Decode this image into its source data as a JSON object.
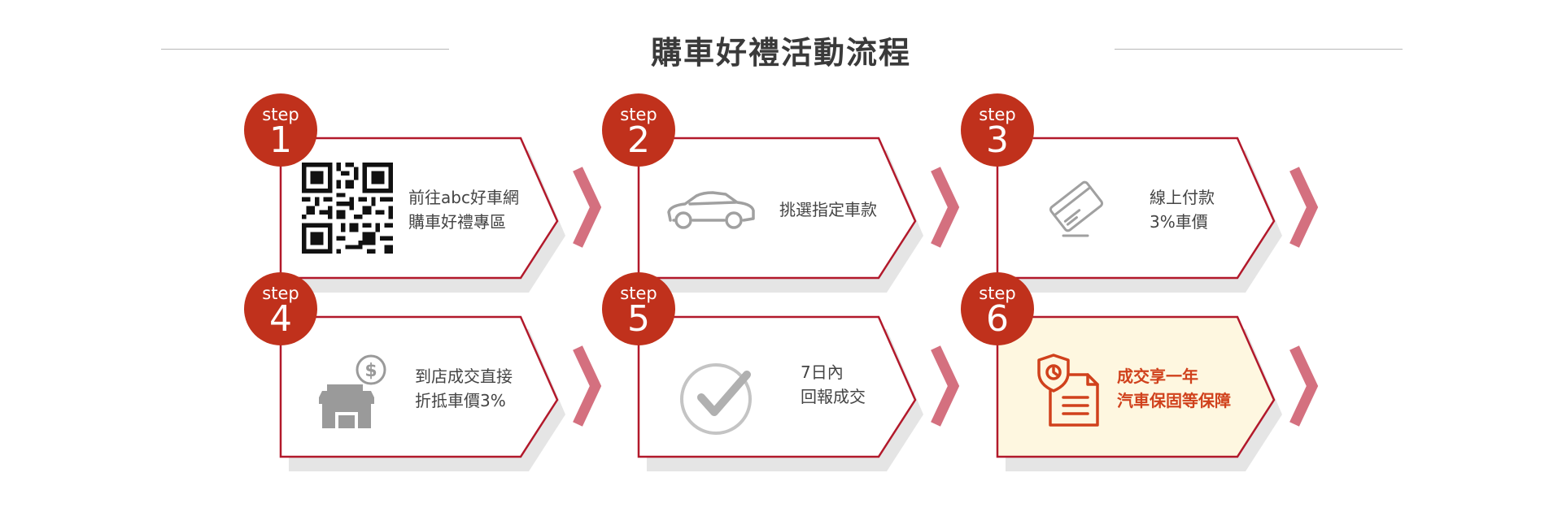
{
  "title": "購車好禮活動流程",
  "colors": {
    "badge": "#c0311c",
    "border": "#b2192b",
    "arrow": "#d4707f",
    "shadow": "#e5e5e5",
    "highlight_fill": "#fef7e0",
    "highlight_text": "#d0411c"
  },
  "steps": [
    {
      "word": "step",
      "number": "1",
      "icon": "qr-code-icon",
      "lines": [
        "前往abc好車網",
        "購車好禮專區"
      ],
      "highlight": false
    },
    {
      "word": "step",
      "number": "2",
      "icon": "car-icon",
      "lines": [
        "挑選指定車款"
      ],
      "highlight": false
    },
    {
      "word": "step",
      "number": "3",
      "icon": "credit-card-icon",
      "lines": [
        "線上付款",
        "3%車價"
      ],
      "highlight": false
    },
    {
      "word": "step",
      "number": "4",
      "icon": "store-dollar-icon",
      "lines": [
        "到店成交直接",
        "折抵車價3%"
      ],
      "highlight": false
    },
    {
      "word": "step",
      "number": "5",
      "icon": "check-circle-icon",
      "lines": [
        "7日內",
        "回報成交"
      ],
      "highlight": false
    },
    {
      "word": "step",
      "number": "6",
      "icon": "insurance-document-icon",
      "lines": [
        "成交享一年",
        "汽車保固等保障"
      ],
      "highlight": true
    }
  ]
}
